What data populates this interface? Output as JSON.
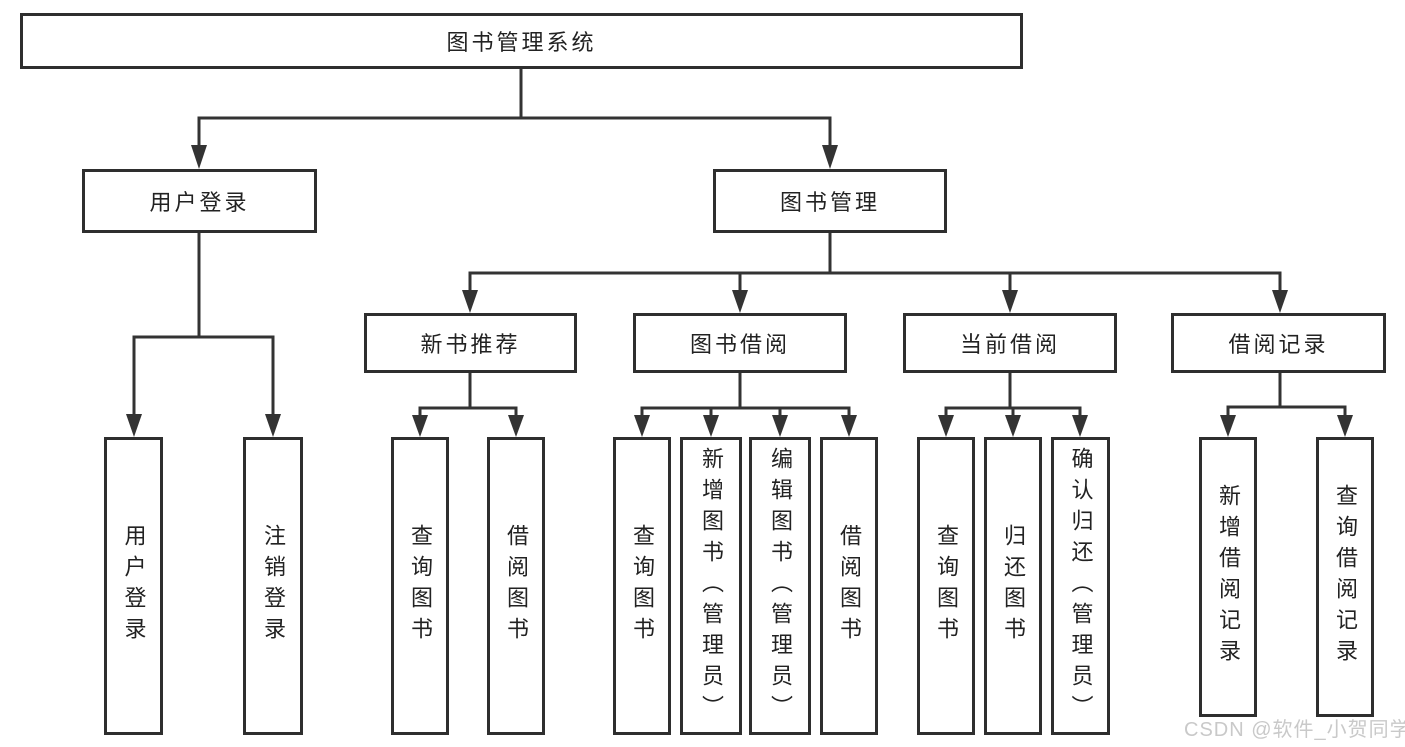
{
  "colors": {
    "background": "#ffffff",
    "line": "#333333",
    "box_border": "#2e2e2e",
    "text": "#222222",
    "watermark": "#c9c9c9"
  },
  "diagram": {
    "root": {
      "label": "图书管理系统"
    },
    "branches": [
      {
        "label": "用户登录",
        "leaves": [
          "用户登录",
          "注销登录"
        ]
      },
      {
        "label": "图书管理",
        "groups": [
          {
            "label": "新书推荐",
            "leaves": [
              "查询图书",
              "借阅图书"
            ]
          },
          {
            "label": "图书借阅",
            "leaves": [
              "查询图书",
              "新增图书（管理员）",
              "编辑图书（管理员）",
              "借阅图书"
            ]
          },
          {
            "label": "当前借阅",
            "leaves": [
              "查询图书",
              "归还图书",
              "确认归还（管理员）"
            ]
          },
          {
            "label": "借阅记录",
            "leaves": [
              "新增借阅记录",
              "查询借阅记录"
            ]
          }
        ]
      }
    ]
  },
  "watermark": "CSDN @软件_小贺同学"
}
